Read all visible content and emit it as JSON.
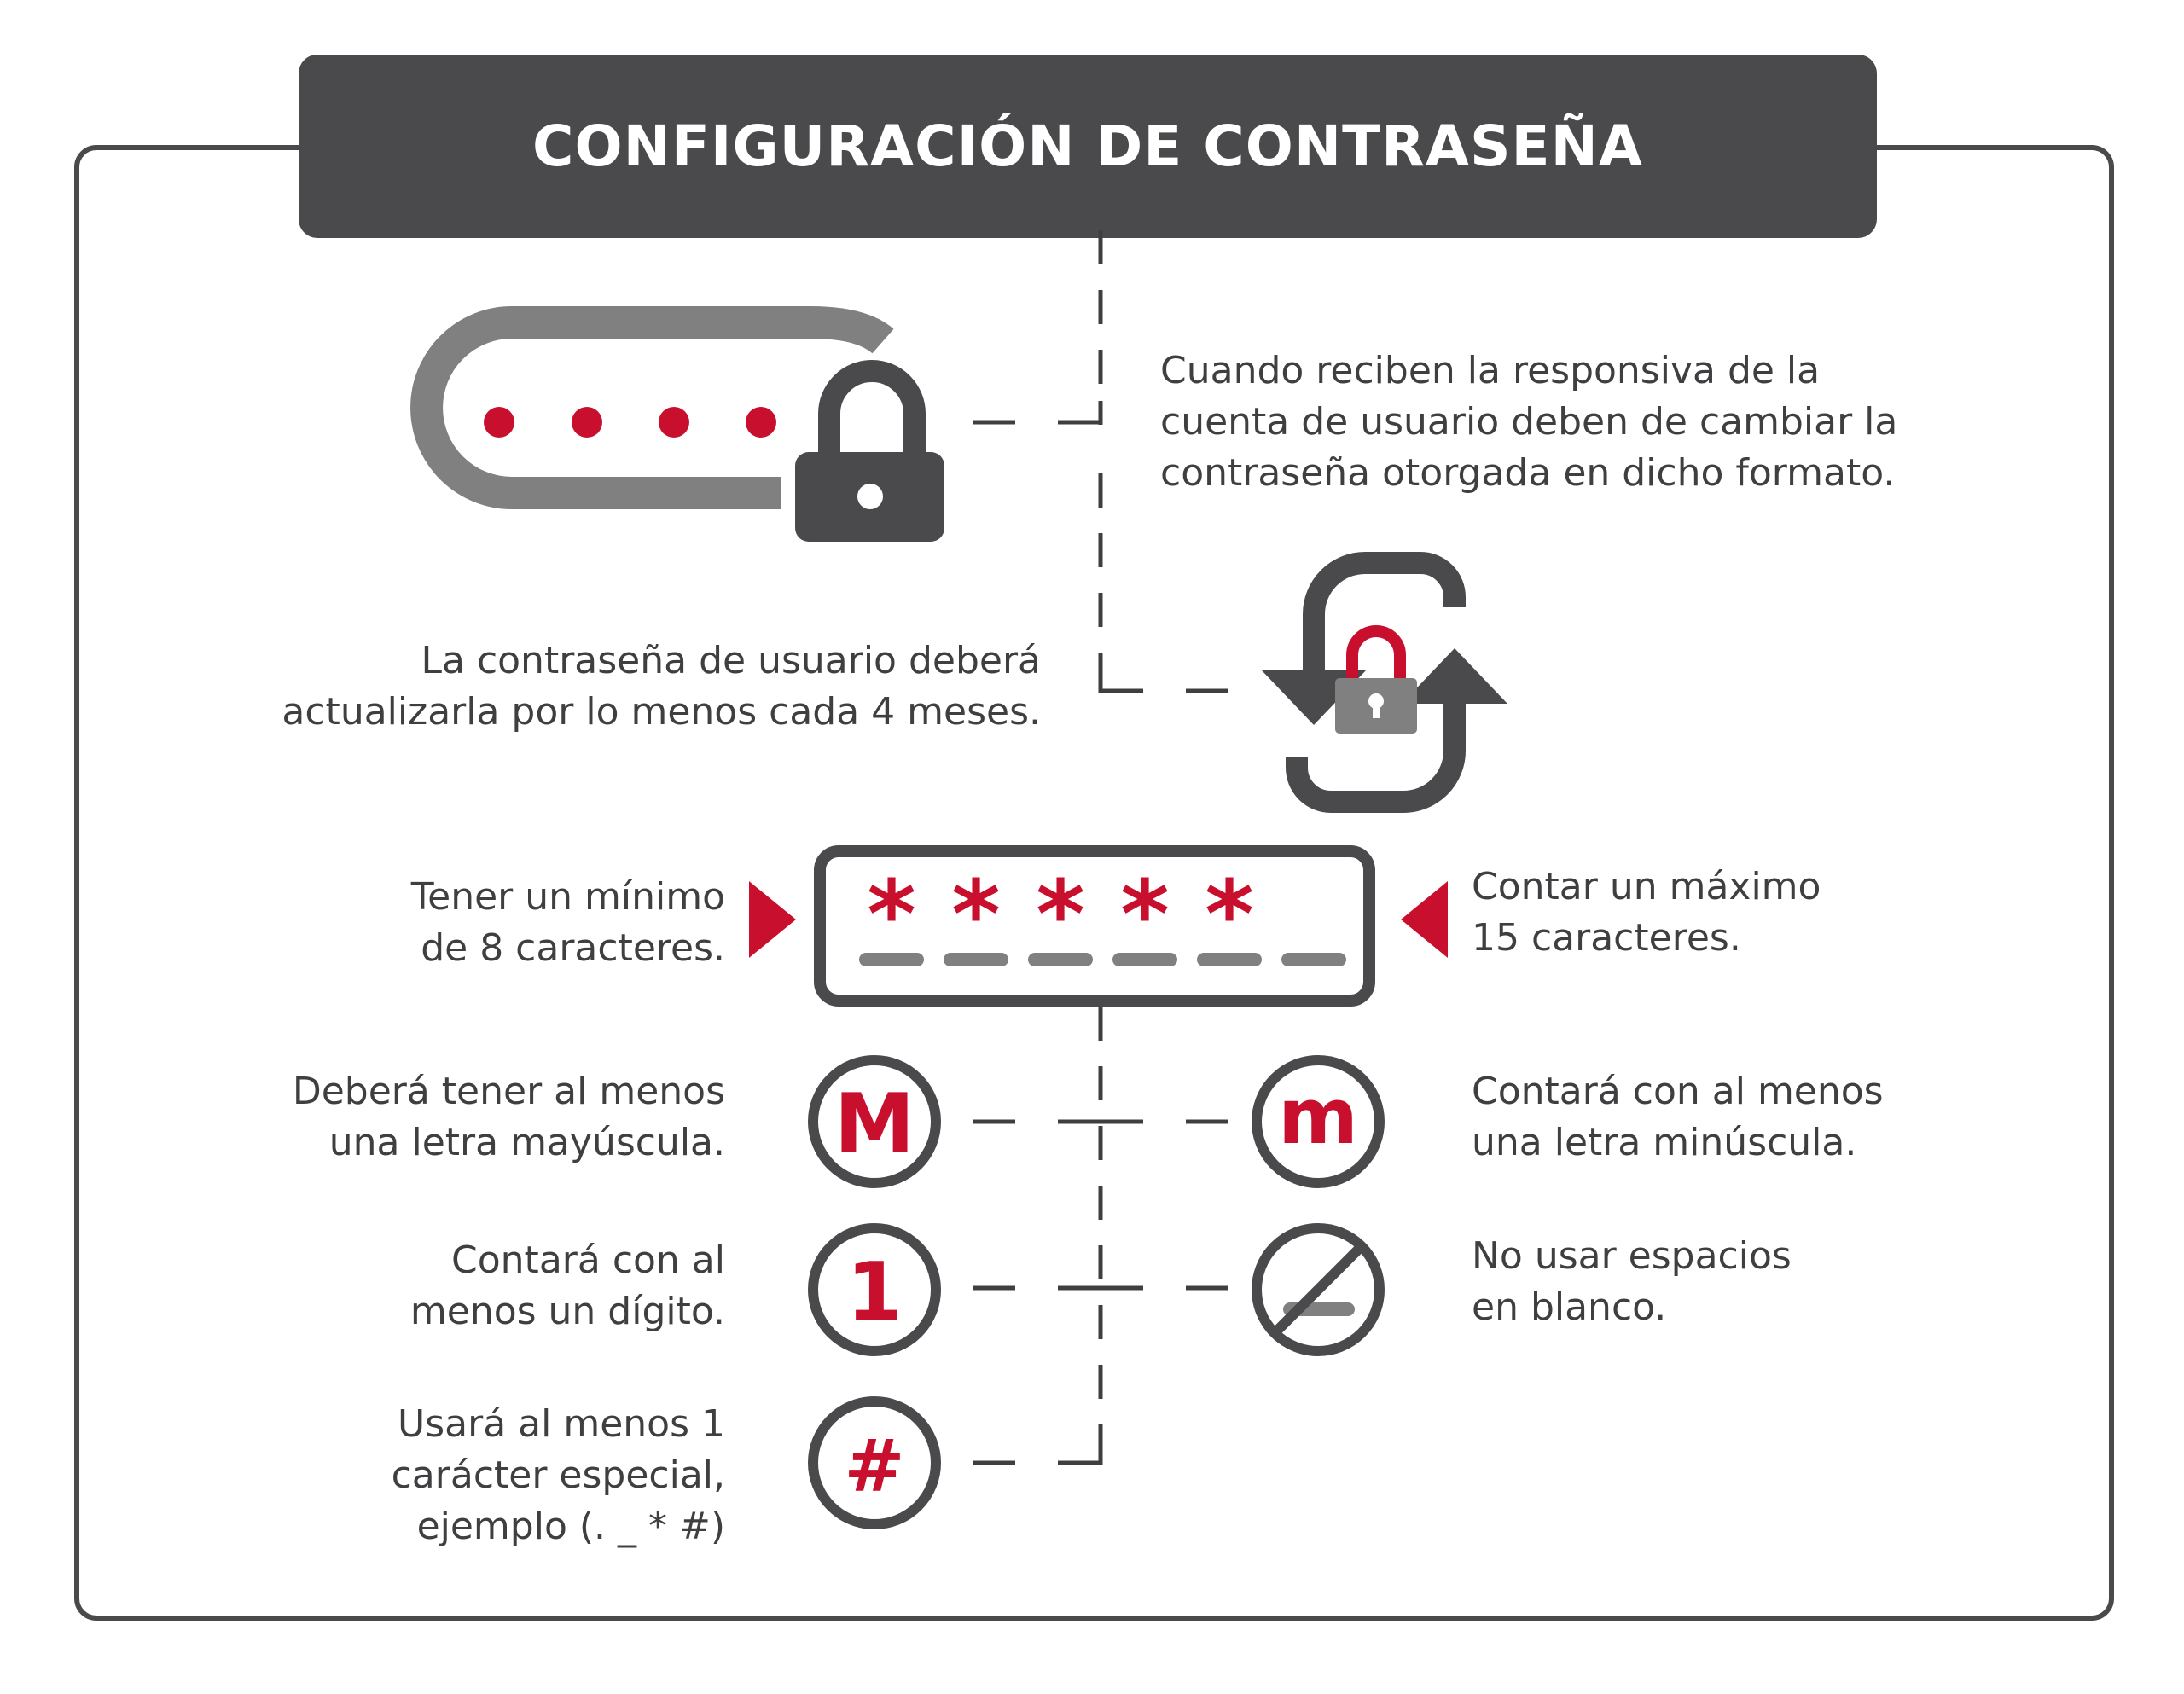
{
  "title": "CONFIGURACIÓN DE CONTRASEÑA",
  "colors": {
    "accent": "#c8102e",
    "dark": "#4a4a4c",
    "mid": "#808080"
  },
  "steps": {
    "change_on_receipt": [
      "Cuando reciben la responsiva de la",
      "cuenta de usuario deben de cambiar la",
      "contraseña otorgada en dicho formato."
    ],
    "update_period": [
      "La contraseña de usuario deberá",
      "actualizarla por lo menos cada 4 meses."
    ],
    "min_length": [
      "Tener un mínimo",
      "de 8 caracteres."
    ],
    "max_length": [
      "Contar un máximo",
      "15 caracteres."
    ],
    "uppercase": [
      "Deberá tener al menos",
      "una letra mayúscula."
    ],
    "lowercase": [
      "Contará con al menos",
      "una letra minúscula."
    ],
    "digit": [
      "Contará con al",
      "menos un dígito."
    ],
    "no_spaces": [
      "No usar espacios",
      "en blanco."
    ],
    "special_char": [
      "Usará al menos 1",
      "carácter especial,",
      "ejemplo (. _ * #)"
    ]
  },
  "icons": {
    "upper_letter": "M",
    "lower_letter": "m",
    "digit_glyph": "1",
    "special_glyph": "#",
    "asterisk_glyph": "*"
  }
}
